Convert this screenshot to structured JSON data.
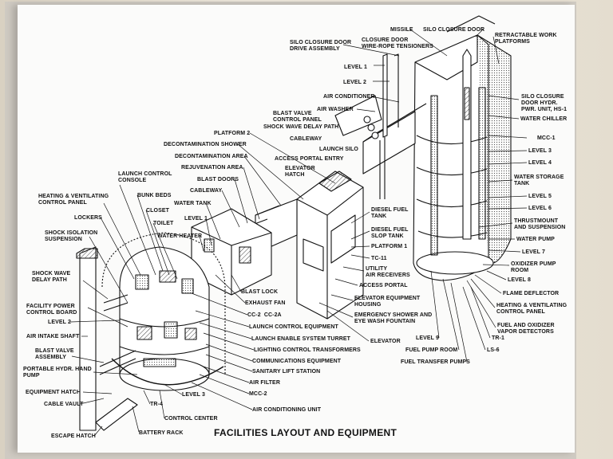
{
  "title": "FACILITIES LAYOUT AND EQUIPMENT",
  "labels": {
    "missile": "MISSILE",
    "silo_closure_door": "SILO CLOSURE DOOR",
    "retractable_work_platforms": "RETRACTABLE WORK\nPLATFORMS",
    "silo_closure_door_drive_assembly": "SILO CLOSURE DOOR\nDRIVE ASSEMBLY",
    "closure_door_wire_rope_tensioners": "CLOSURE DOOR\nWIRE-ROPE TENSIONERS",
    "level_1_top": "LEVEL 1",
    "level_2_top": "LEVEL 2",
    "air_conditioner": "AIR CONDITIONER",
    "air_washer": "AIR WASHER",
    "silo_closure_door_hydr_pwr_unit": "SILO CLOSURE\nDOOR HYDR.\nPWR. UNIT, HS-1",
    "water_chiller": "WATER CHILLER",
    "blast_valve_control_panel": "BLAST VALVE\nCONTROL PANEL",
    "shock_wave_delay_path_top": "SHOCK WAVE DELAY PATH",
    "cableway_top": "CABLEWAY",
    "launch_silo": "LAUNCH SILO",
    "access_portal_entry": "ACCESS PORTAL ENTRY",
    "elevator_hatch": "ELEVATOR\nHATCH",
    "mcc_1": "MCC-1",
    "level_3_right": "LEVEL 3",
    "level_4_right": "LEVEL 4",
    "water_storage_tank": "WATER STORAGE\nTANK",
    "level_5_right": "LEVEL 5",
    "level_6_right": "LEVEL 6",
    "thrustmount_and_suspension": "THRUSTMOUNT\nAND SUSPENSION",
    "water_pump": "WATER PUMP",
    "level_7_right": "LEVEL 7",
    "oxidizer_pump_room": "OXIDIZER PUMP\nROOM",
    "level_8_right": "LEVEL 8",
    "flame_deflector": "FLAME DEFLECTOR",
    "heating_ventilating_control_panel_right": "HEATING & VENTILATING\nCONTROL PANEL",
    "fuel_and_oxidizer_vapor_detectors": "FUEL AND OXIDIZER\nVAPOR DETECTORS",
    "tr_1": "TR-1",
    "ls_6": "LS-6",
    "platform_2": "PLATFORM 2",
    "decontamination_shower": "DECONTAMINATION SHOWER",
    "decontamination_area": "DECONTAMINATION AREA",
    "rejuvenation_area": "REJUVENATION AREA",
    "blast_doors": "BLAST DOORS",
    "cableway_mid": "CABLEWAY",
    "water_tank": "WATER TANK",
    "level_1_mid": "LEVEL 1",
    "water_heater": "WATER HEATER",
    "launch_control_console": "LAUNCH CONTROL\nCONSOLE",
    "bunk_beds": "BUNK BEDS",
    "closet": "CLOSET",
    "toilet": "TOILET",
    "heating_ventilating_control_panel_left": "HEATING & VENTILATING\nCONTROL PANEL",
    "lockers": "LOCKERS",
    "shock_isolation_suspension": "SHOCK ISOLATION\nSUSPENSION",
    "shock_wave_delay_path_left": "SHOCK WAVE\nDELAY PATH",
    "facility_power_control_board": "FACILITY POWER\nCONTROL BOARD",
    "level_2_left": "LEVEL 2",
    "air_intake_shaft": "AIR INTAKE SHAFT",
    "blast_valve_assembly": "BLAST VALVE\nASSEMBLY",
    "portable_hydr_hand_pump": "PORTABLE HYDR. HAND\nPUMP",
    "equipment_hatch": "EQUIPMENT HATCH",
    "cable_vault": "CABLE VAULT",
    "escape_hatch": "ESCAPE HATCH",
    "battery_rack": "BATTERY RACK",
    "tr_4": "TR-4",
    "level_3_bottom": "LEVEL 3",
    "control_center": "CONTROL CENTER",
    "air_conditioning_unit": "AIR CONDITIONING UNIT",
    "mcc_2": "MCC-2",
    "air_filter": "AIR FILTER",
    "sanitary_lift_station": "SANITARY LIFT STATION",
    "communications_equipment": "COMMUNICATIONS EQUIPMENT",
    "lighting_control_transformers": "LIGHTING CONTROL TRANSFORMERS",
    "launch_enable_system_turret": "LAUNCH ENABLE SYSTEM TURRET",
    "launch_control_equipment": "LAUNCH CONTROL EQUIPMENT",
    "cc_2_cc_2a": "CC-2  CC-2A",
    "exhaust_fan": "EXHAUST FAN",
    "blast_lock": "BLAST LOCK",
    "diesel_fuel_tank": "DIESEL FUEL\nTANK",
    "diesel_fuel_slop_tank": "DIESEL FUEL\nSLOP TANK",
    "platform_1": "PLATFORM 1",
    "tc_11": "TC-11",
    "utility_air_receivers": "UTILITY\nAIR RECEIVERS",
    "access_portal": "ACCESS PORTAL",
    "elevator_equipment_housing": "ELEVATOR EQUIPMENT\nHOUSING",
    "emergency_shower_and_eye_wash_fountain": "EMERGENCY SHOWER AND\nEYE WASH FOUNTAIN",
    "elevator": "ELEVATOR",
    "level_9": "LEVEL 9",
    "fuel_pump_room": "FUEL PUMP ROOM",
    "fuel_transfer_pumps": "FUEL TRANSFER PUMPS"
  }
}
